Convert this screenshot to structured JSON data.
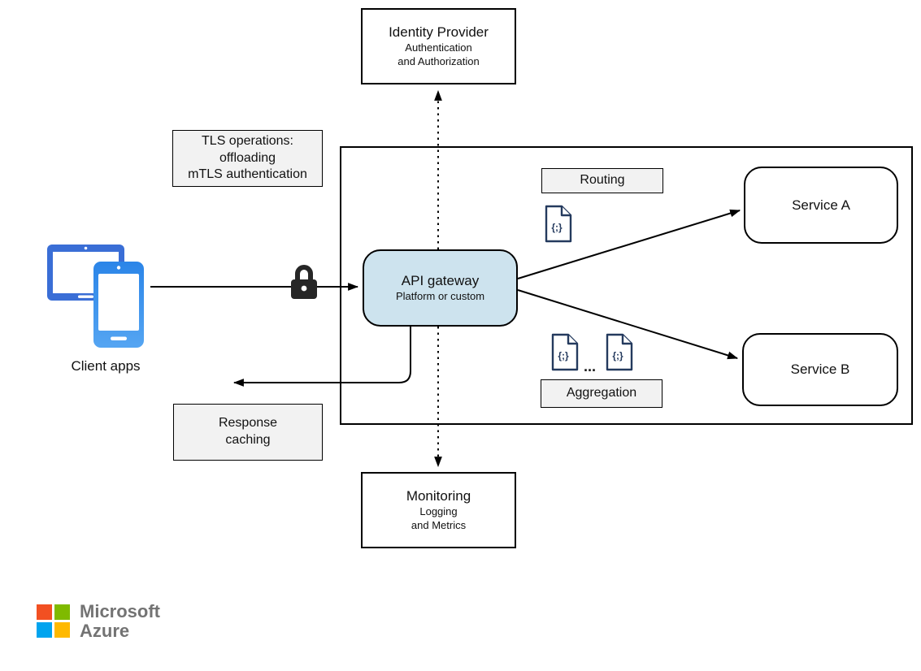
{
  "diagram": {
    "identity_provider": {
      "title": "Identity Provider",
      "subtitle_line1": "Authentication",
      "subtitle_line2": "and Authorization"
    },
    "tls_box": {
      "line1": "TLS operations:",
      "line2": "offloading",
      "line3": "mTLS authentication"
    },
    "client_apps": {
      "label": "Client apps"
    },
    "api_gateway": {
      "title": "API gateway",
      "subtitle": "Platform or custom"
    },
    "routing": {
      "label": "Routing"
    },
    "aggregation": {
      "label": "Aggregation",
      "ellipsis": "..."
    },
    "service_a": {
      "label": "Service A"
    },
    "service_b": {
      "label": "Service B"
    },
    "response_caching": {
      "line1": "Response",
      "line2": "caching"
    },
    "monitoring": {
      "title": "Monitoring",
      "subtitle_line1": "Logging",
      "subtitle_line2": "and Metrics"
    },
    "doc_icon_glyph": "{;}"
  },
  "footer": {
    "brand_line1": "Microsoft",
    "brand_line2": "Azure"
  },
  "colors": {
    "gateway_fill": "#cde3ee",
    "label_fill": "#f2f2f2",
    "doc_icon": "#243a5e",
    "lock_color": "#262626",
    "tablet_blue": "#3a6ed6",
    "phone_top": "#2b85e8",
    "phone_bottom": "#55a5f2",
    "ms_red": "#f25022",
    "ms_green": "#7fba00",
    "ms_blue": "#00a4ef",
    "ms_yellow": "#ffb900",
    "brand_gray": "#737373"
  }
}
